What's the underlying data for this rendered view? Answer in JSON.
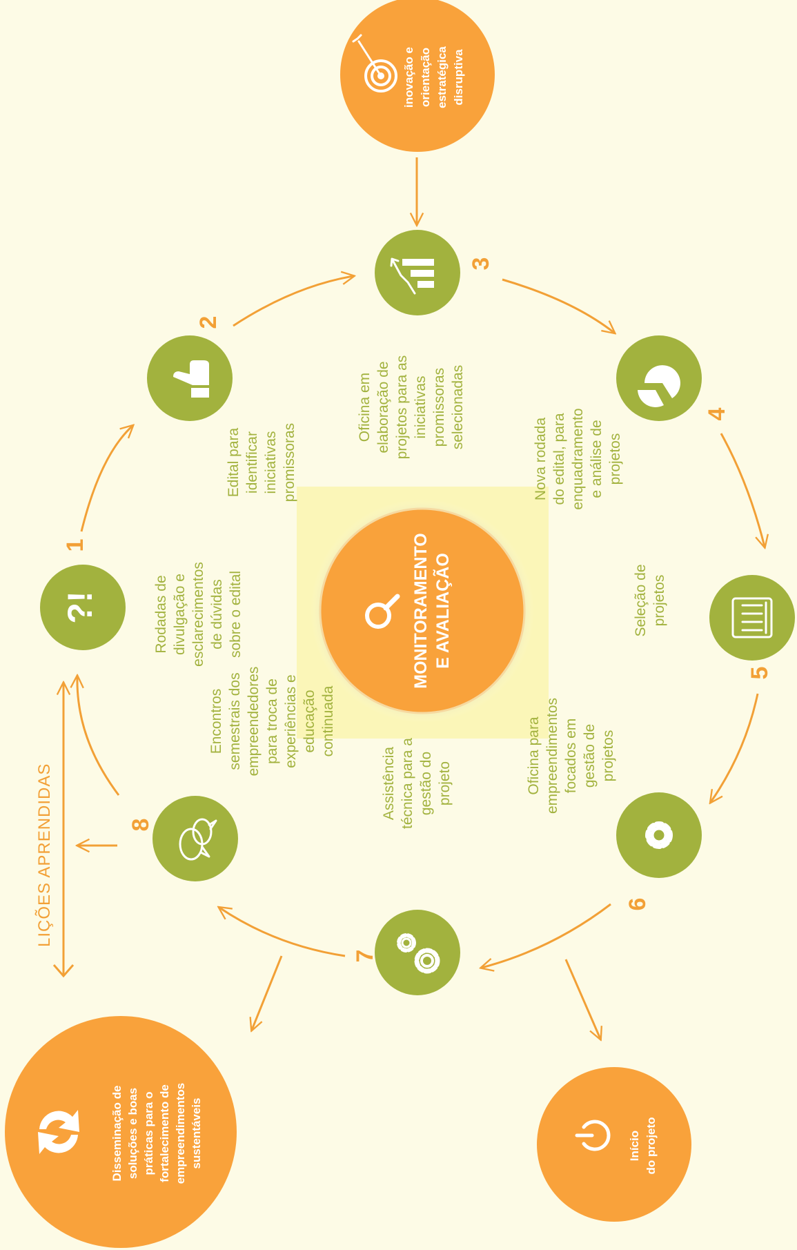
{
  "colors": {
    "background": "#fdfbe6",
    "green": "#a2b23e",
    "orange": "#f9a23b",
    "arrow": "#f2a036",
    "center_highlight": "#fbf6b8"
  },
  "center": {
    "line1": "MONITORAMENTO",
    "line2": "E AVALIAÇÃO",
    "icon": "magnifier-icon"
  },
  "steps": [
    {
      "number": "1",
      "icon": "question-exclamation-icon",
      "lines": [
        "Rodadas de",
        "divulgação e",
        "esclarecimentos",
        "de dúvidas",
        "sobre o edital"
      ]
    },
    {
      "number": "2",
      "icon": "thumbs-up-icon",
      "lines": [
        "Edital para",
        "identificar",
        "iniciativas",
        "promissoras"
      ]
    },
    {
      "number": "3",
      "icon": "growth-chart-icon",
      "lines": [
        "Oficina em",
        "elaboração de",
        "projetos para as",
        "iniciativas",
        "promissoras",
        "selecionadas"
      ]
    },
    {
      "number": "4",
      "icon": "pie-chart-icon",
      "lines": [
        "Nova rodada",
        "do edital, para",
        "enquadramento",
        "e análise de",
        "projetos"
      ]
    },
    {
      "number": "5",
      "icon": "selection-board-icon",
      "lines": [
        "Seleção de",
        "projetos"
      ]
    },
    {
      "number": "6",
      "icon": "gear-icon",
      "lines": [
        "Oficina para",
        "empreendimentos",
        "focados em",
        "gestão de",
        "projetos"
      ]
    },
    {
      "number": "7",
      "icon": "gears-icon",
      "lines": [
        "Assistência",
        "técnica para a",
        "gestão do",
        "projeto"
      ]
    },
    {
      "number": "8",
      "icon": "speech-bubbles-icon",
      "lines": [
        "Encontros",
        "semestrais dos",
        "empreendedores",
        "para troca de",
        "experiências e",
        "educação",
        "continuada"
      ]
    }
  ],
  "innovation": {
    "icon": "target-arrow-icon",
    "lines": [
      "inovação e",
      "orientação",
      "estratégica",
      "disruptiva"
    ]
  },
  "start": {
    "icon": "power-icon",
    "lines": [
      "Início",
      "do projeto"
    ]
  },
  "dissemination": {
    "icon": "recycle-arrows-icon",
    "lines": [
      "Disseminação de",
      "soluções e boas",
      "práticas para o",
      "fortalecimento de",
      "empreendimentos",
      "sustentáveis"
    ]
  },
  "lessons": {
    "label": "LIÇÕES APRENDIDAS"
  }
}
